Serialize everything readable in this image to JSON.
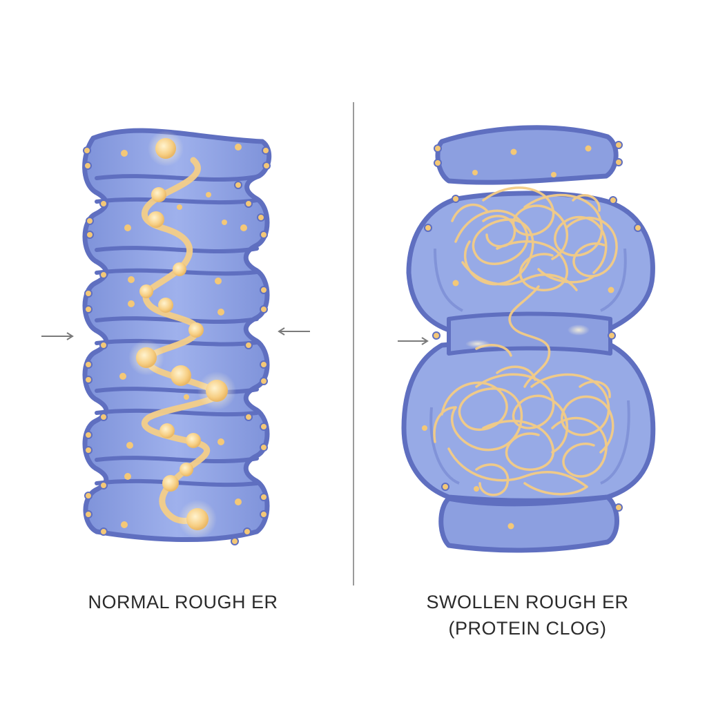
{
  "panels": [
    {
      "id": "normal",
      "label": "NORMAL ROUGH ER"
    },
    {
      "id": "swollen",
      "label_line1": "SWOLLEN ROUGH ER",
      "label_line2": "(PROTEIN CLOG)"
    }
  ],
  "colors": {
    "membrane": "#5f6fc0",
    "lumen": "#8c9fe0",
    "lumen_light": "#a7b6ee",
    "ribosome": "#f4c877",
    "protein": "#f6d18e",
    "divider": "#9a9a9a",
    "arrow": "#7a7a7a",
    "text": "#2b2b2b"
  },
  "icons": [
    "arrow-right-icon",
    "arrow-left-icon",
    "ribosome-dot-icon"
  ]
}
